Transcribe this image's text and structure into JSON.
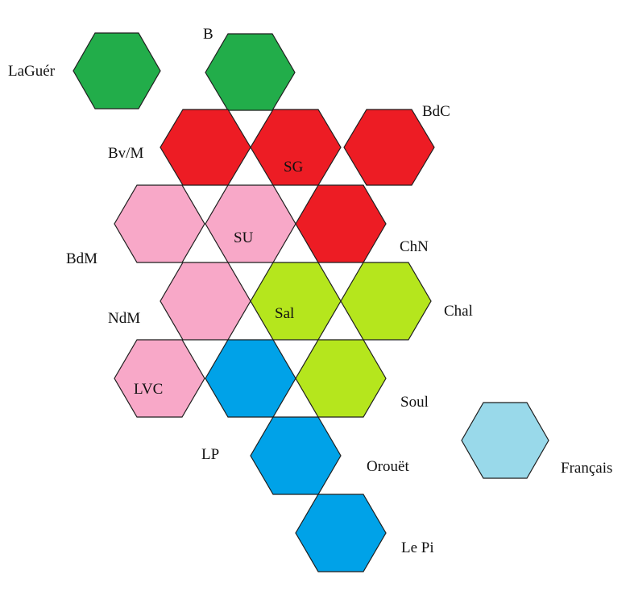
{
  "colors": {
    "dark_green": "#22AD4A",
    "red": "#ED1C24",
    "pink": "#F8A8C8",
    "lime": "#B5E61D",
    "blue": "#00A2E8",
    "light_blue": "#99D9EA"
  },
  "labels": {
    "laguer": "LaGuér",
    "b": "B",
    "bdc": "BdC",
    "bvm": "Bv/M",
    "sg": "SG",
    "su": "SU",
    "bdm": "BdM",
    "chn": "ChN",
    "ndm": "NdM",
    "sal": "Sal",
    "chal": "Chal",
    "lvc": "LVC",
    "soul": "Soul",
    "lp": "LP",
    "orouet": "Orouët",
    "francais": "Français",
    "lepi": "Le Pi"
  }
}
